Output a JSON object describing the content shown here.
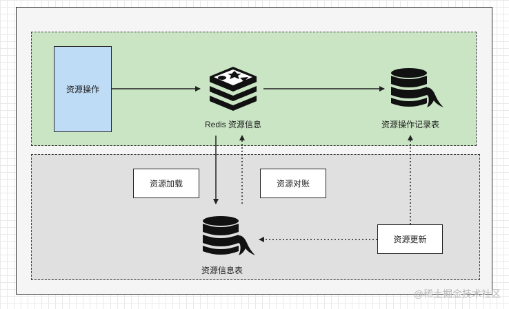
{
  "nodes": {
    "resource_operation": "资源操作",
    "redis_resource_info": "Redis 资源信息",
    "resource_operation_log_table": "资源操作记录表",
    "resource_load": "资源加载",
    "resource_reconciliation": "资源对账",
    "resource_info_table": "资源信息表",
    "resource_update": "资源更新"
  },
  "icons": {
    "redis": "redis-icon",
    "mysql": "mysql-database-icon"
  },
  "colors": {
    "top_zone": "#c9e5c4",
    "bottom_zone": "#e0e0e0",
    "operation_box": "#bfdcf7"
  },
  "watermark": "@稀土掘金技术社区"
}
